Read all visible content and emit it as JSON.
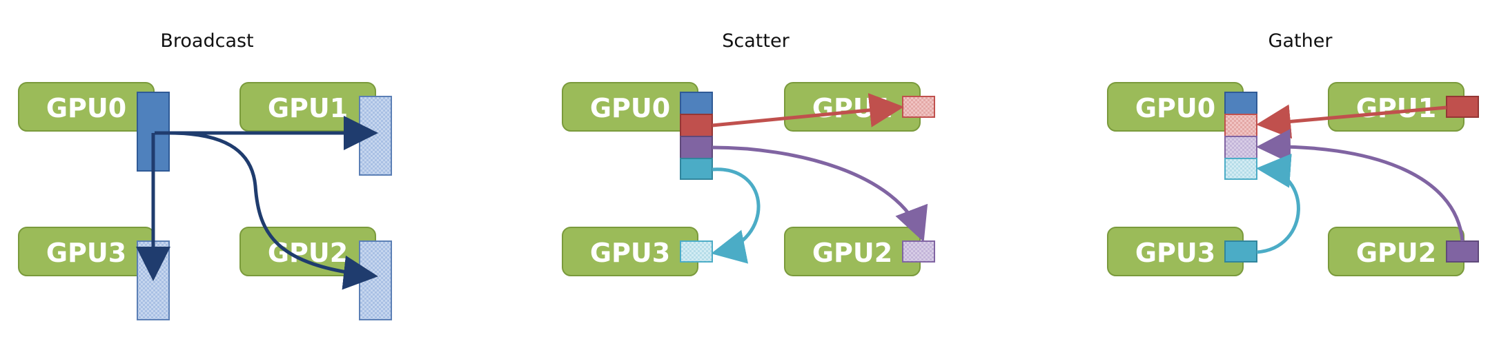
{
  "colors": {
    "gpu_fill": "#9bbb59",
    "gpu_border": "#7a9a3c",
    "blue_dark": "#1f3c6e",
    "blue_block": "#4f81bd",
    "red": "#c0504d",
    "purple": "#8064a2",
    "cyan": "#4bacc6"
  },
  "panels": [
    {
      "title": "Broadcast",
      "gpus": [
        "GPU0",
        "GPU1",
        "GPU3",
        "GPU2"
      ],
      "description_icons": [
        "arrow-icon"
      ]
    },
    {
      "title": "Scatter",
      "gpus": [
        "GPU0",
        "GPU1",
        "GPU3",
        "GPU2"
      ]
    },
    {
      "title": "Gather",
      "gpus": [
        "GPU0",
        "GPU1",
        "GPU3",
        "GPU2"
      ]
    }
  ]
}
